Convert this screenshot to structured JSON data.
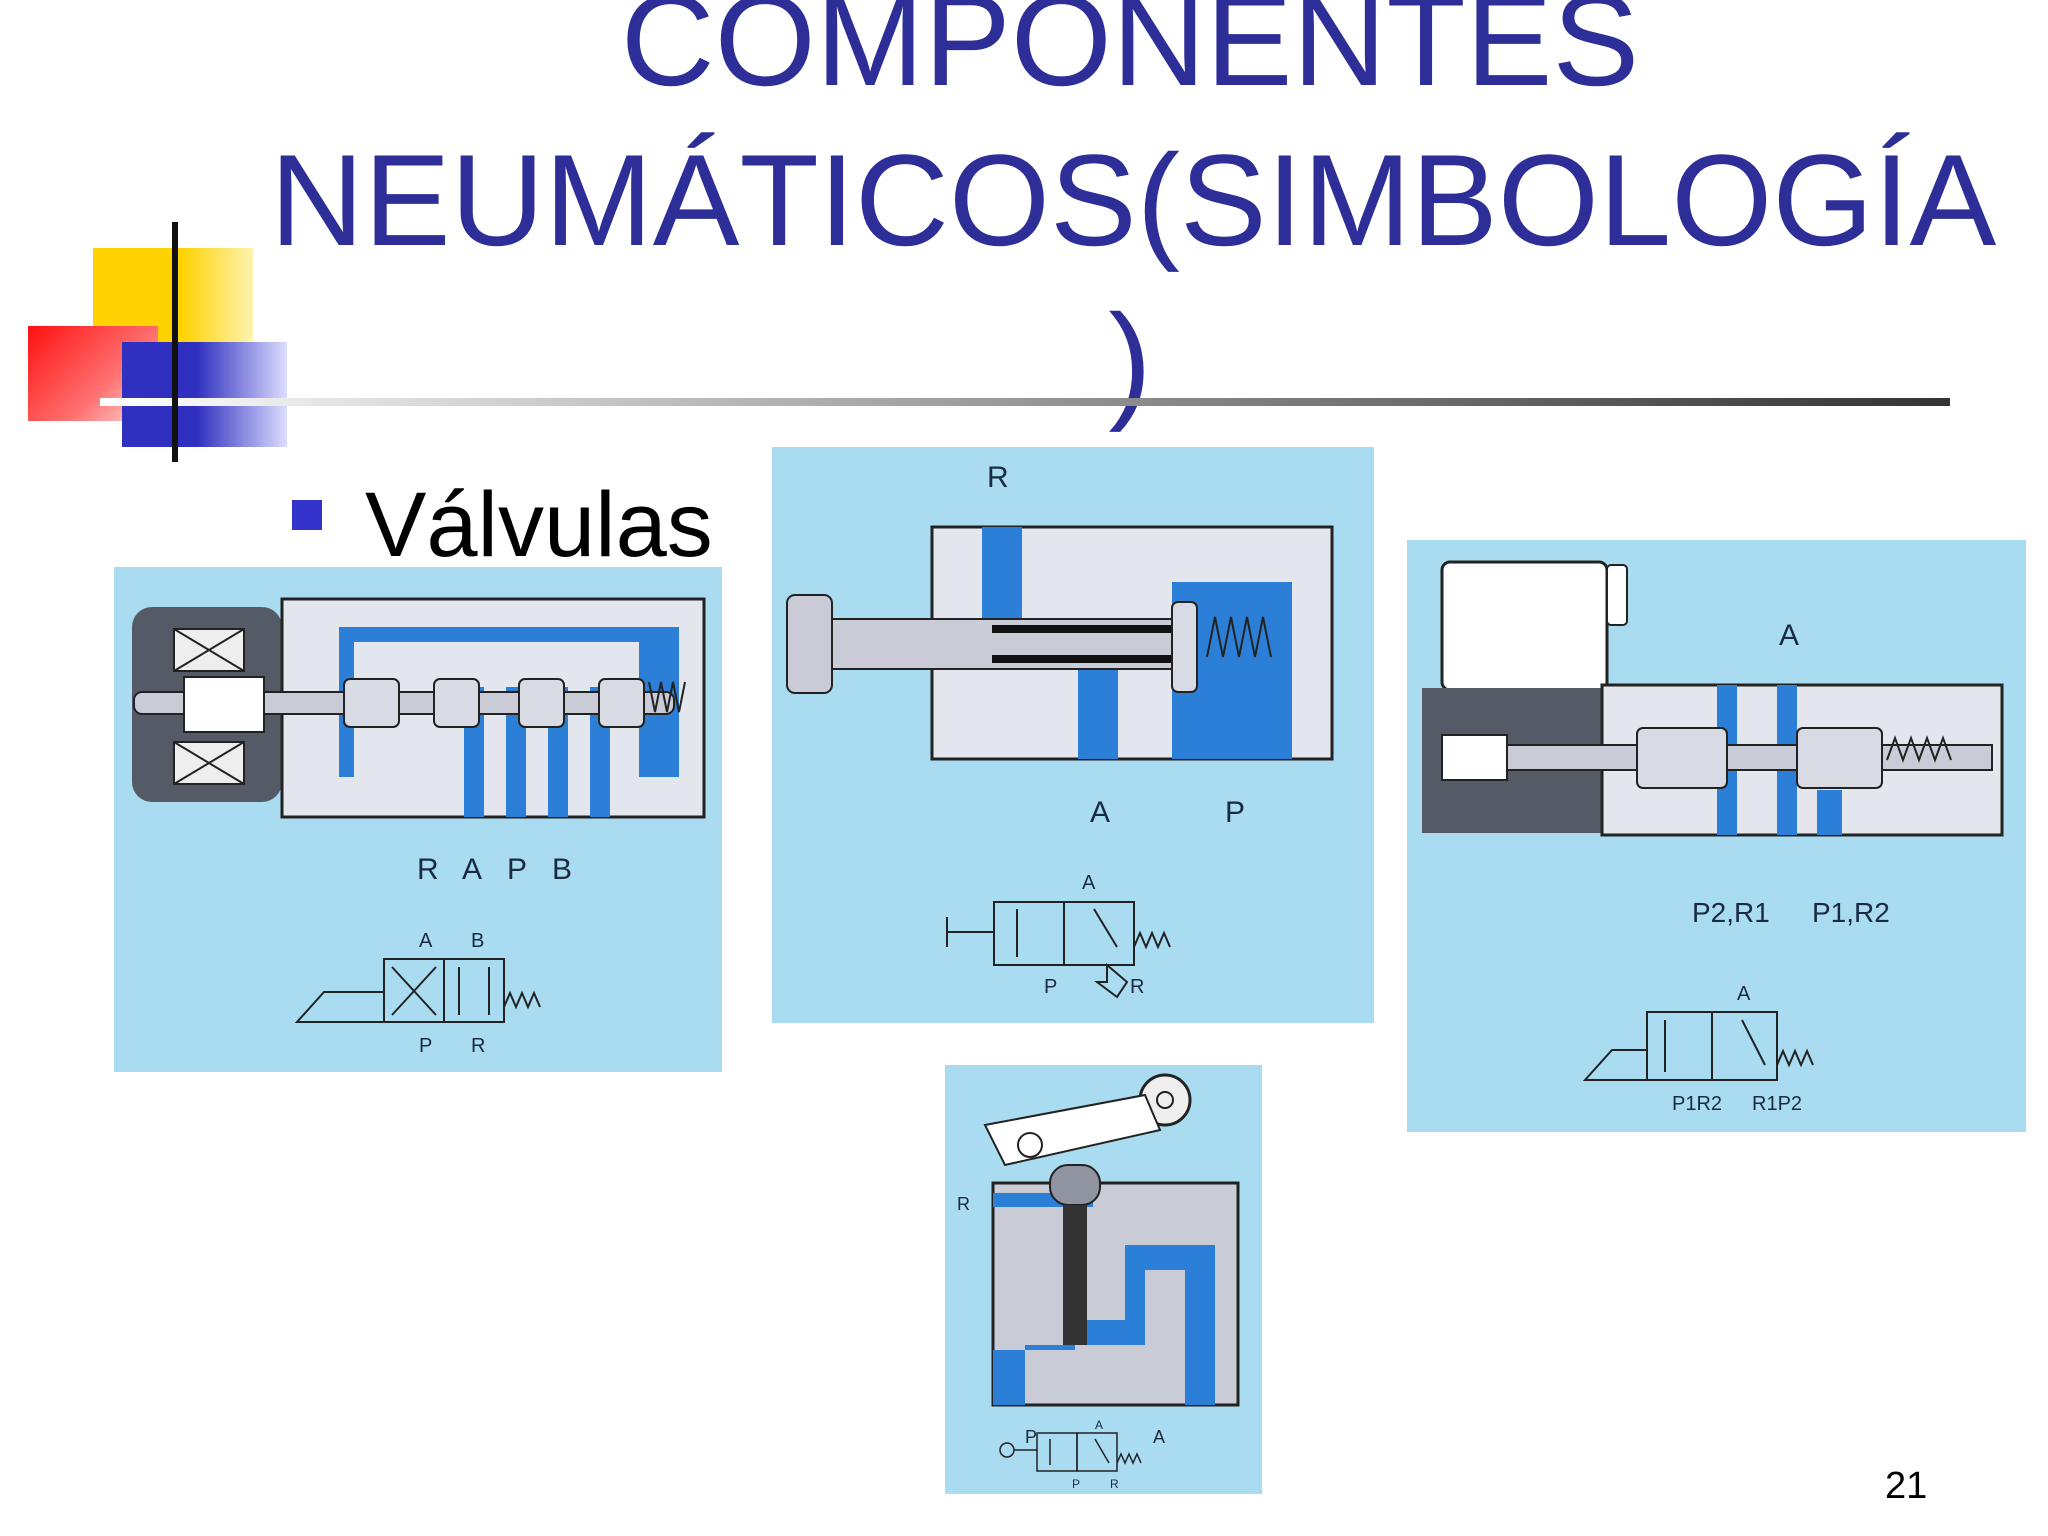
{
  "slide": {
    "title_lines": [
      "COMPONENTES",
      "NEUMÁTICOS(SIMBOLOGÍA",
      ")"
    ],
    "bullet": "Válvulas",
    "page_number": "21"
  },
  "figures": {
    "valve_solenoid_5_2": {
      "port_labels": [
        "R",
        "A",
        "P",
        "B"
      ],
      "symbol_labels": [
        "A",
        "B",
        "P",
        "R"
      ]
    },
    "valve_push_3_2": {
      "top_label": "R",
      "port_labels": [
        "A",
        "P"
      ],
      "symbol_labels": [
        "A",
        "P",
        "R"
      ]
    },
    "valve_solenoid_3_2": {
      "top_label": "A",
      "port_labels": [
        "P2,R1",
        "P1,R2"
      ],
      "symbol_labels": [
        "A",
        "P1R2",
        "R1P2"
      ]
    },
    "valve_roller_3_2": {
      "side_label": "R",
      "port_labels": [
        "P",
        "A"
      ],
      "symbol_labels": [
        "A",
        "P",
        "R"
      ]
    }
  },
  "colors": {
    "title": "#2e2e99",
    "panel_bg": "#a9dcf0",
    "channel_blue": "#2b7fd6",
    "body_gray": "#e4e6ee"
  }
}
